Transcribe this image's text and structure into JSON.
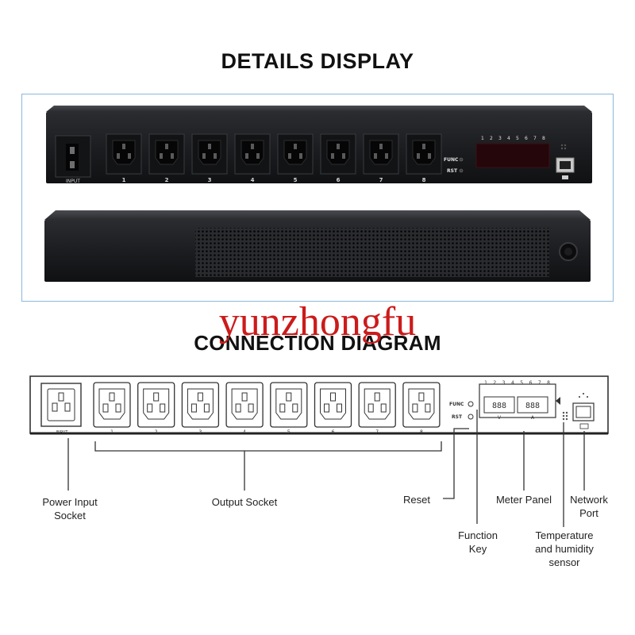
{
  "titles": {
    "details": "DETAILS DISPLAY",
    "connection": "CONNECTION DIAGRAM"
  },
  "watermark": "yunzhongfu",
  "front_panel": {
    "input_label": "INPUT",
    "outlet_numbers": [
      "1",
      "2",
      "3",
      "4",
      "5",
      "6",
      "7",
      "8"
    ],
    "func_label": "FUNC",
    "rst_label": "RST",
    "led_numbers": [
      "1",
      "2",
      "3",
      "4",
      "5",
      "6",
      "7",
      "8"
    ]
  },
  "diagram": {
    "input_label": "INPUT",
    "outlet_numbers": [
      "1",
      "2",
      "3",
      "4",
      "5",
      "6",
      "7",
      "8"
    ],
    "func_label": "FUNC",
    "rst_label": "RST",
    "led_numbers": [
      "1",
      "2",
      "3",
      "4",
      "5",
      "6",
      "7",
      "8"
    ],
    "volt_label": "~V~",
    "amp_label": "~A~",
    "digits": "888"
  },
  "callouts": {
    "power_input_line1": "Power Input",
    "power_input_line2": "Socket",
    "output_socket": "Output Socket",
    "reset": "Reset",
    "function_key_line1": "Function",
    "function_key_line2": "Key",
    "meter_panel": "Meter Panel",
    "network_port_line1": "Network",
    "network_port_line2": "Port",
    "temp_line1": "Temperature",
    "temp_line2": "and humidity",
    "temp_line3": "sensor"
  },
  "colors": {
    "frame_border": "#8ab8dc",
    "device_body": "#1e1f22",
    "watermark": "#cc1b1b"
  }
}
